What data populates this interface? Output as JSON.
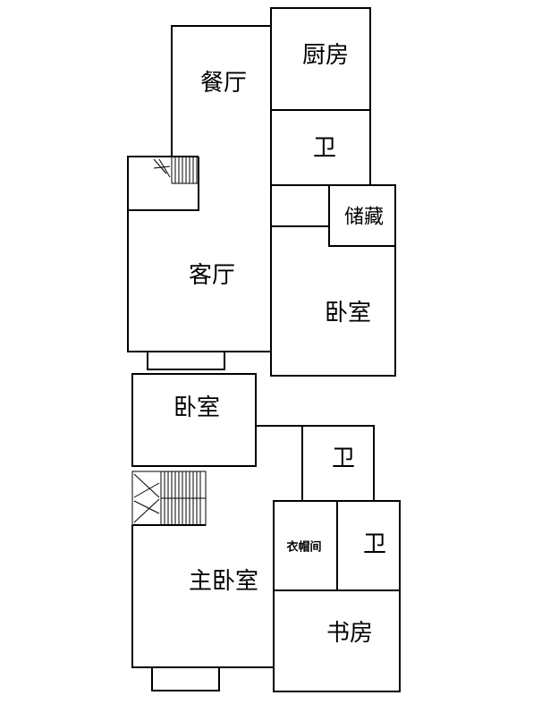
{
  "rooms": {
    "kitchen": "厨房",
    "dining": "餐厅",
    "bath_upper": "卫",
    "storage": "储藏",
    "living": "客厅",
    "bedroom_right": "卧室",
    "bedroom_left": "卧室",
    "bath_mid": "卫",
    "closet": "衣帽间",
    "bath_lower": "卫",
    "master_bedroom": "主卧室",
    "study": "书房"
  }
}
